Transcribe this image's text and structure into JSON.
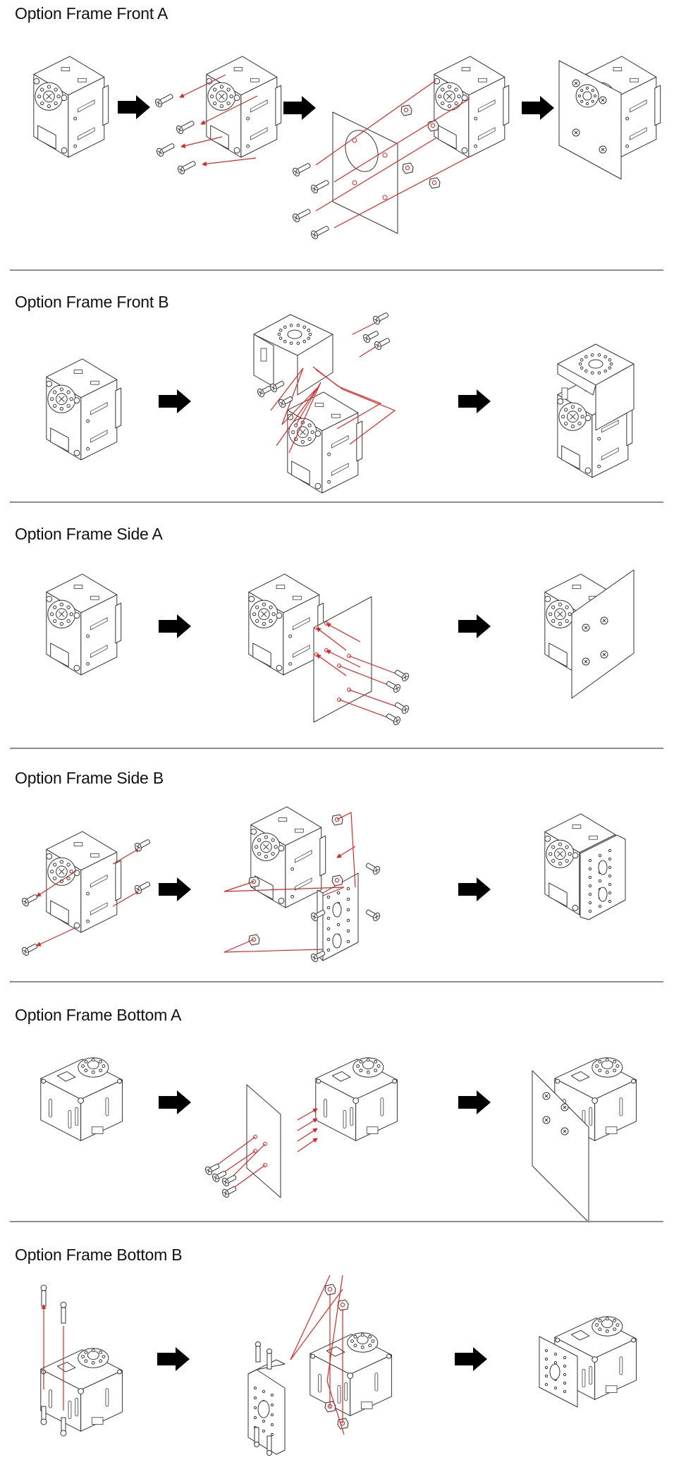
{
  "document": {
    "sections": [
      {
        "title": "Option Frame Front A",
        "steps": [
          "servo",
          "exploded assembly",
          "assembled"
        ]
      },
      {
        "title": "Option Frame Front B",
        "steps": [
          "servo",
          "exploded assembly",
          "assembled"
        ]
      },
      {
        "title": "Option Frame Side A",
        "steps": [
          "servo",
          "exploded assembly",
          "assembled"
        ]
      },
      {
        "title": "Option Frame Side B",
        "steps": [
          "servo",
          "exploded assembly",
          "assembled"
        ]
      },
      {
        "title": "Option Frame Bottom A",
        "steps": [
          "servo",
          "exploded assembly",
          "assembled"
        ]
      },
      {
        "title": "Option Frame Bottom B",
        "steps": [
          "servo",
          "exploded assembly",
          "assembled"
        ]
      }
    ],
    "icons": {
      "step_arrow": "right-arrow-icon",
      "assembly_line_color": "#d42a2a",
      "line_art_color": "#333333",
      "divider_color": "#8e8e8e"
    }
  }
}
